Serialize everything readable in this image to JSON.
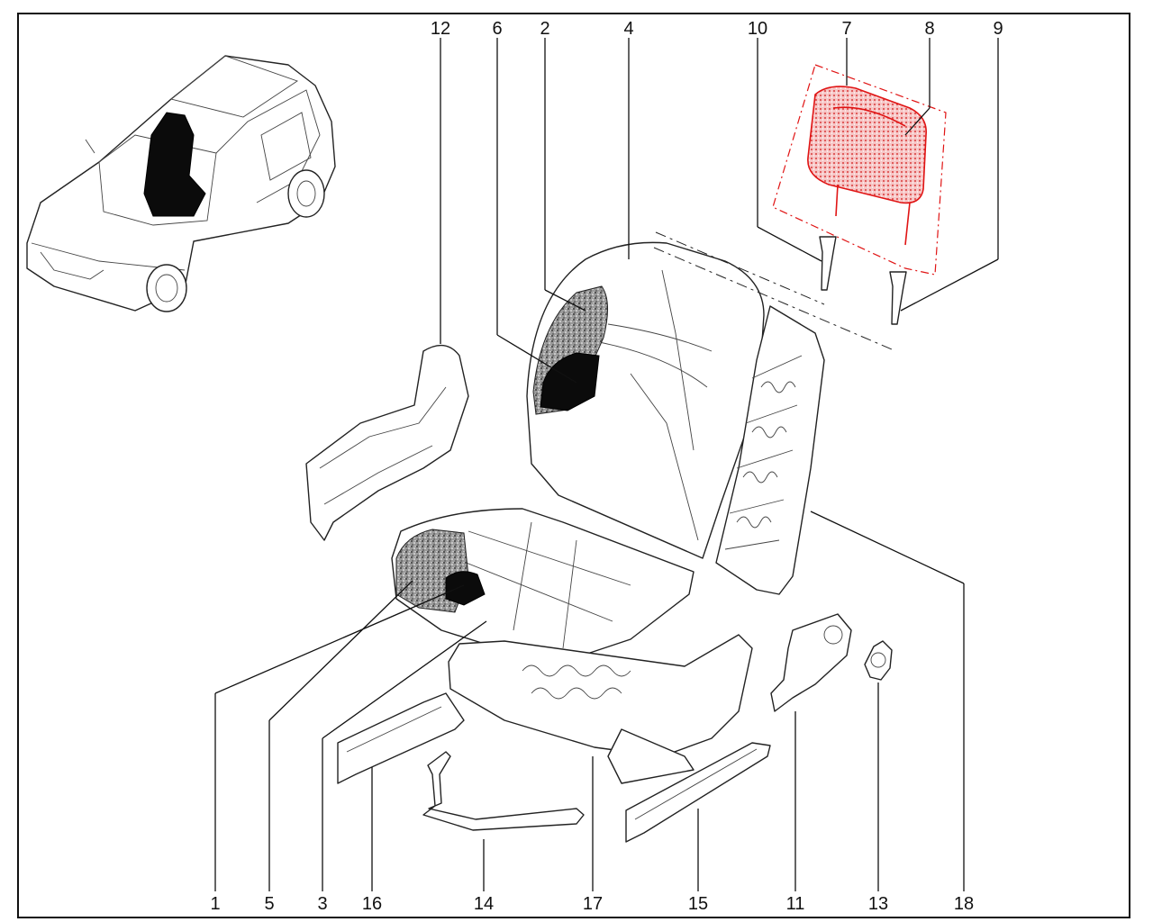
{
  "diagram": {
    "callouts": [
      {
        "id": "c12",
        "label": "12"
      },
      {
        "id": "c6",
        "label": "6"
      },
      {
        "id": "c2",
        "label": "2"
      },
      {
        "id": "c4",
        "label": "4"
      },
      {
        "id": "c10",
        "label": "10"
      },
      {
        "id": "c7",
        "label": "7"
      },
      {
        "id": "c8",
        "label": "8"
      },
      {
        "id": "c9",
        "label": "9"
      },
      {
        "id": "c1",
        "label": "1"
      },
      {
        "id": "c5",
        "label": "5"
      },
      {
        "id": "c3",
        "label": "3"
      },
      {
        "id": "c16",
        "label": "16"
      },
      {
        "id": "c14",
        "label": "14"
      },
      {
        "id": "c17",
        "label": "17"
      },
      {
        "id": "c15",
        "label": "15"
      },
      {
        "id": "c11",
        "label": "11"
      },
      {
        "id": "c13",
        "label": "13"
      },
      {
        "id": "c18",
        "label": "18"
      }
    ],
    "colors": {
      "highlight": "#e01414",
      "ink": "#111111",
      "background": "#ffffff"
    }
  }
}
